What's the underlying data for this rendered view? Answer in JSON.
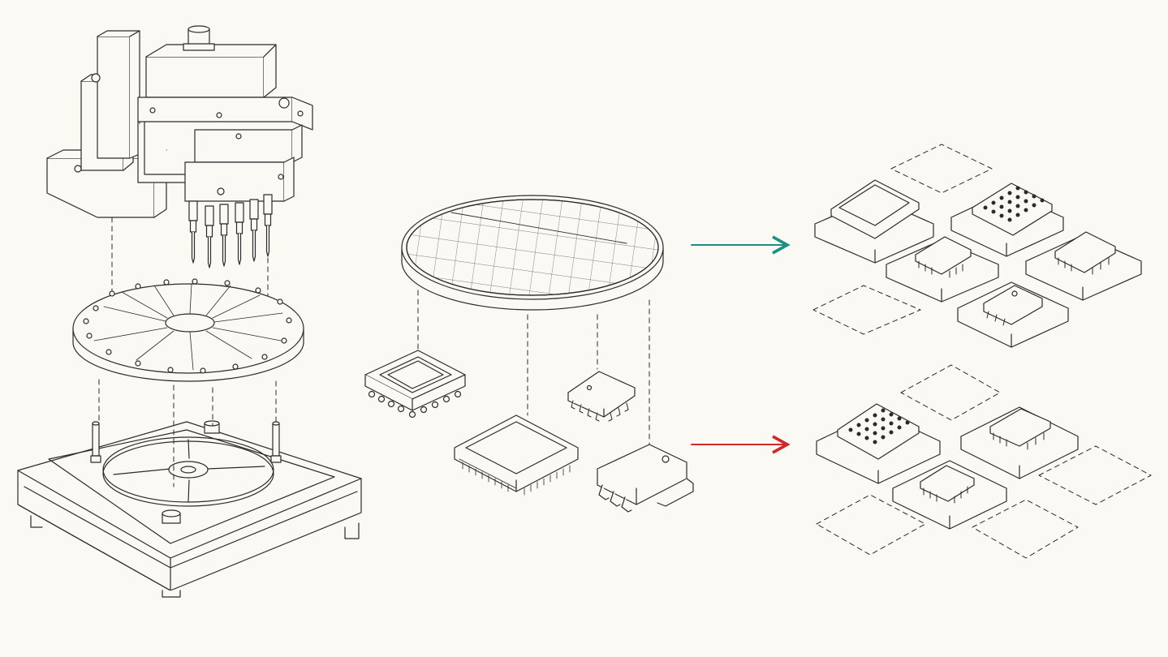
{
  "diagram": {
    "style": "isometric line-art, technical illustration",
    "text_labels": [],
    "colors": {
      "background": "#fbf9f3",
      "line": "#2b2b2b",
      "pass_arrow": "#1f8f84",
      "fail_arrow": "#cc2a2a"
    },
    "stages": [
      {
        "id": "test-equipment",
        "components": [
          "probe-head",
          "probe-card",
          "wafer-chuck"
        ],
        "icons": [
          "probe-needle-icon",
          "guide-pin-icon"
        ]
      },
      {
        "id": "wafer-and-packages",
        "components": [
          "wafer",
          "qfn-package",
          "qfp-package",
          "soic-package",
          "sot-package"
        ]
      },
      {
        "id": "sorting",
        "outputs": [
          {
            "id": "pass-bin",
            "arrow_color": "#1f8f84",
            "filled_slots": 5,
            "empty_slots": 2
          },
          {
            "id": "fail-bin",
            "arrow_color": "#cc2a2a",
            "filled_slots": 3,
            "empty_slots": 4
          }
        ]
      }
    ]
  }
}
